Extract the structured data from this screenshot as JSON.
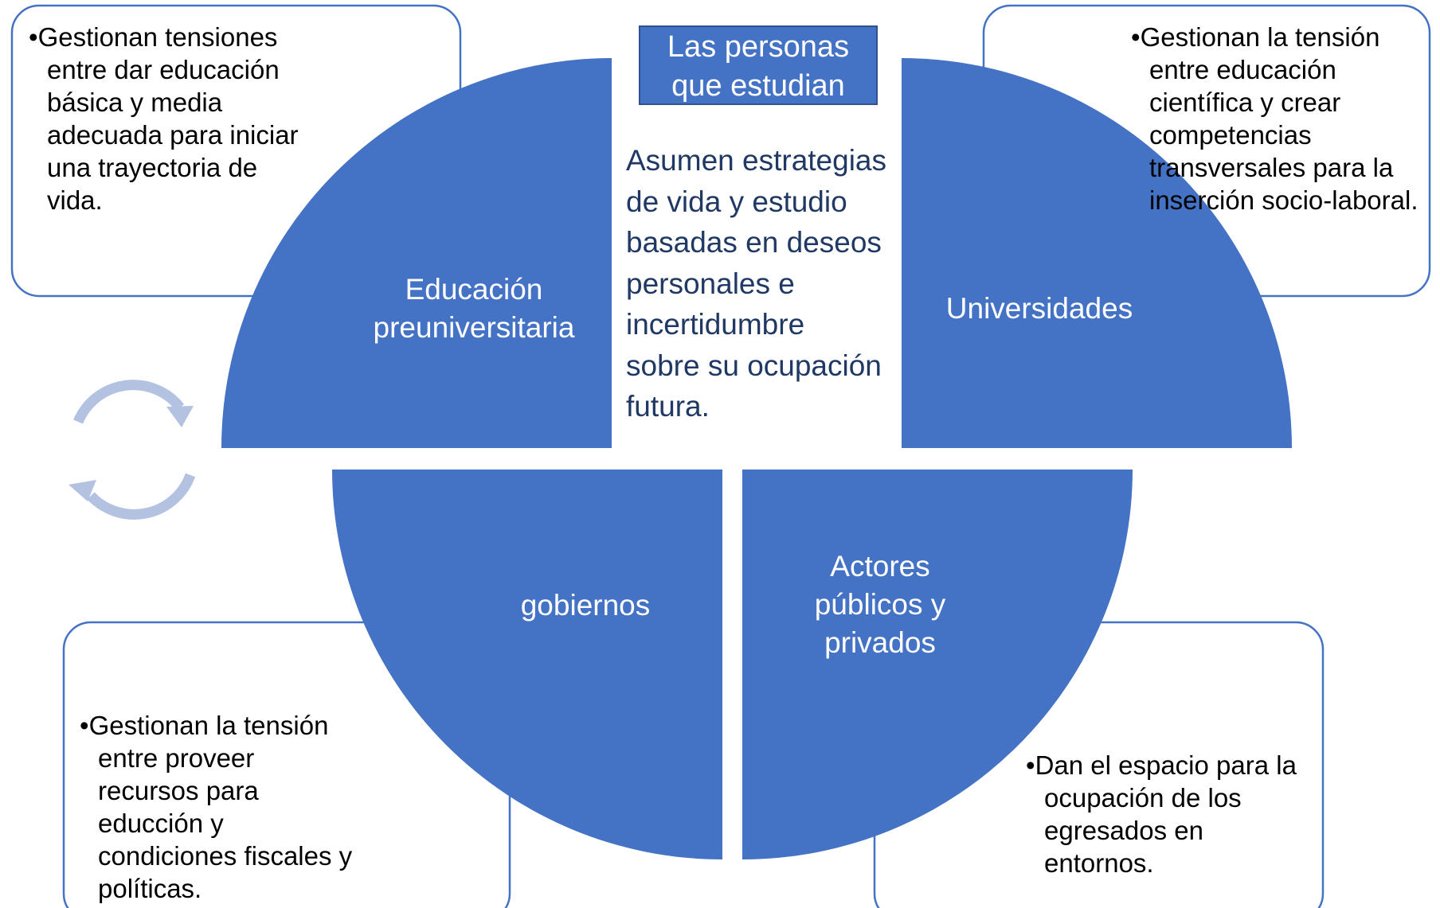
{
  "center": {
    "title": "Las personas\nque estudian",
    "description": "Asumen estrategias\nde vida y estudio\nbasadas en deseos\npersonales e\nincertidumbre\nsobre su ocupación\nfutura."
  },
  "quadrants": {
    "top_left": "Educación\npreuniversitaria",
    "top_right": "Universidades",
    "bottom_left": "gobiernos",
    "bottom_right": "Actores\npúblicos y\nprivados"
  },
  "callouts": {
    "top_left": "Gestionan tensiones\nentre dar educación\nbásica y media\nadecuada para iniciar\nuna trayectoria de\nvida.",
    "top_right": "Gestionan la tensión\nentre educación\ncientífica y crear\ncompetencias\ntransversales para la\ninserción socio-laboral.",
    "bottom_left": "Gestionan la tensión\nentre proveer\nrecursos para\neducción y\ncondiciones fiscales y\npolíticas.",
    "bottom_right": "Dan el espacio para la\nocupación de los\negresados  en\nentornos."
  },
  "icons": {
    "cycle": "cycle-arrows-icon",
    "bullet": "•"
  },
  "colors": {
    "quadrant_fill": "#4472c4",
    "callout_border": "#4472c4",
    "center_text": "#1f3864",
    "cycle_arrows": "#b4c2e2"
  }
}
